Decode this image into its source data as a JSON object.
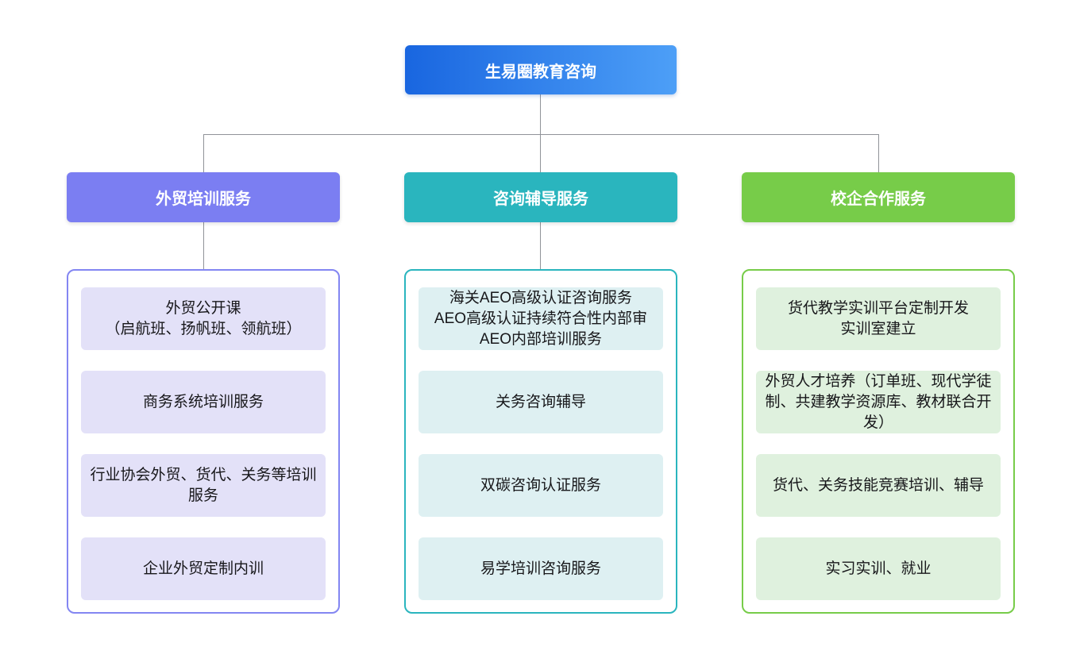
{
  "root": {
    "label": "生易圈教育咨询"
  },
  "branches": [
    {
      "label": "外贸培训服务",
      "items": [
        "外贸公开课\n（启航班、扬帆班、领航班）",
        "商务系统培训服务",
        "行业协会外贸、货代、关务等培训服务",
        "企业外贸定制内训"
      ]
    },
    {
      "label": "咨询辅导服务",
      "items": [
        "海关AEO高级认证咨询服务\nAEO高级认证持续符合性内部审\nAEO内部培训服务",
        "关务咨询辅导",
        "双碳咨询认证服务",
        "易学培训咨询服务"
      ]
    },
    {
      "label": "校企合作服务",
      "items": [
        "货代教学实训平台定制开发\n实训室建立",
        "外贸人才培养（订单班、现代学徒制、共建教学资源库、教材联合开发）",
        "货代、关务技能竞赛培训、辅导",
        "实习实训、就业"
      ]
    }
  ],
  "colors": {
    "root-left": "#1966E0",
    "root-right": "#4D9FF7",
    "purple": "#7B7EF2",
    "purple-border": "#8386F2",
    "purple-fill": "#E3E1F8",
    "teal": "#2AB5BE",
    "teal-fill": "#DEF0F2",
    "green": "#77CC49",
    "green-fill": "#DFF1DE",
    "connector": "#909399"
  }
}
